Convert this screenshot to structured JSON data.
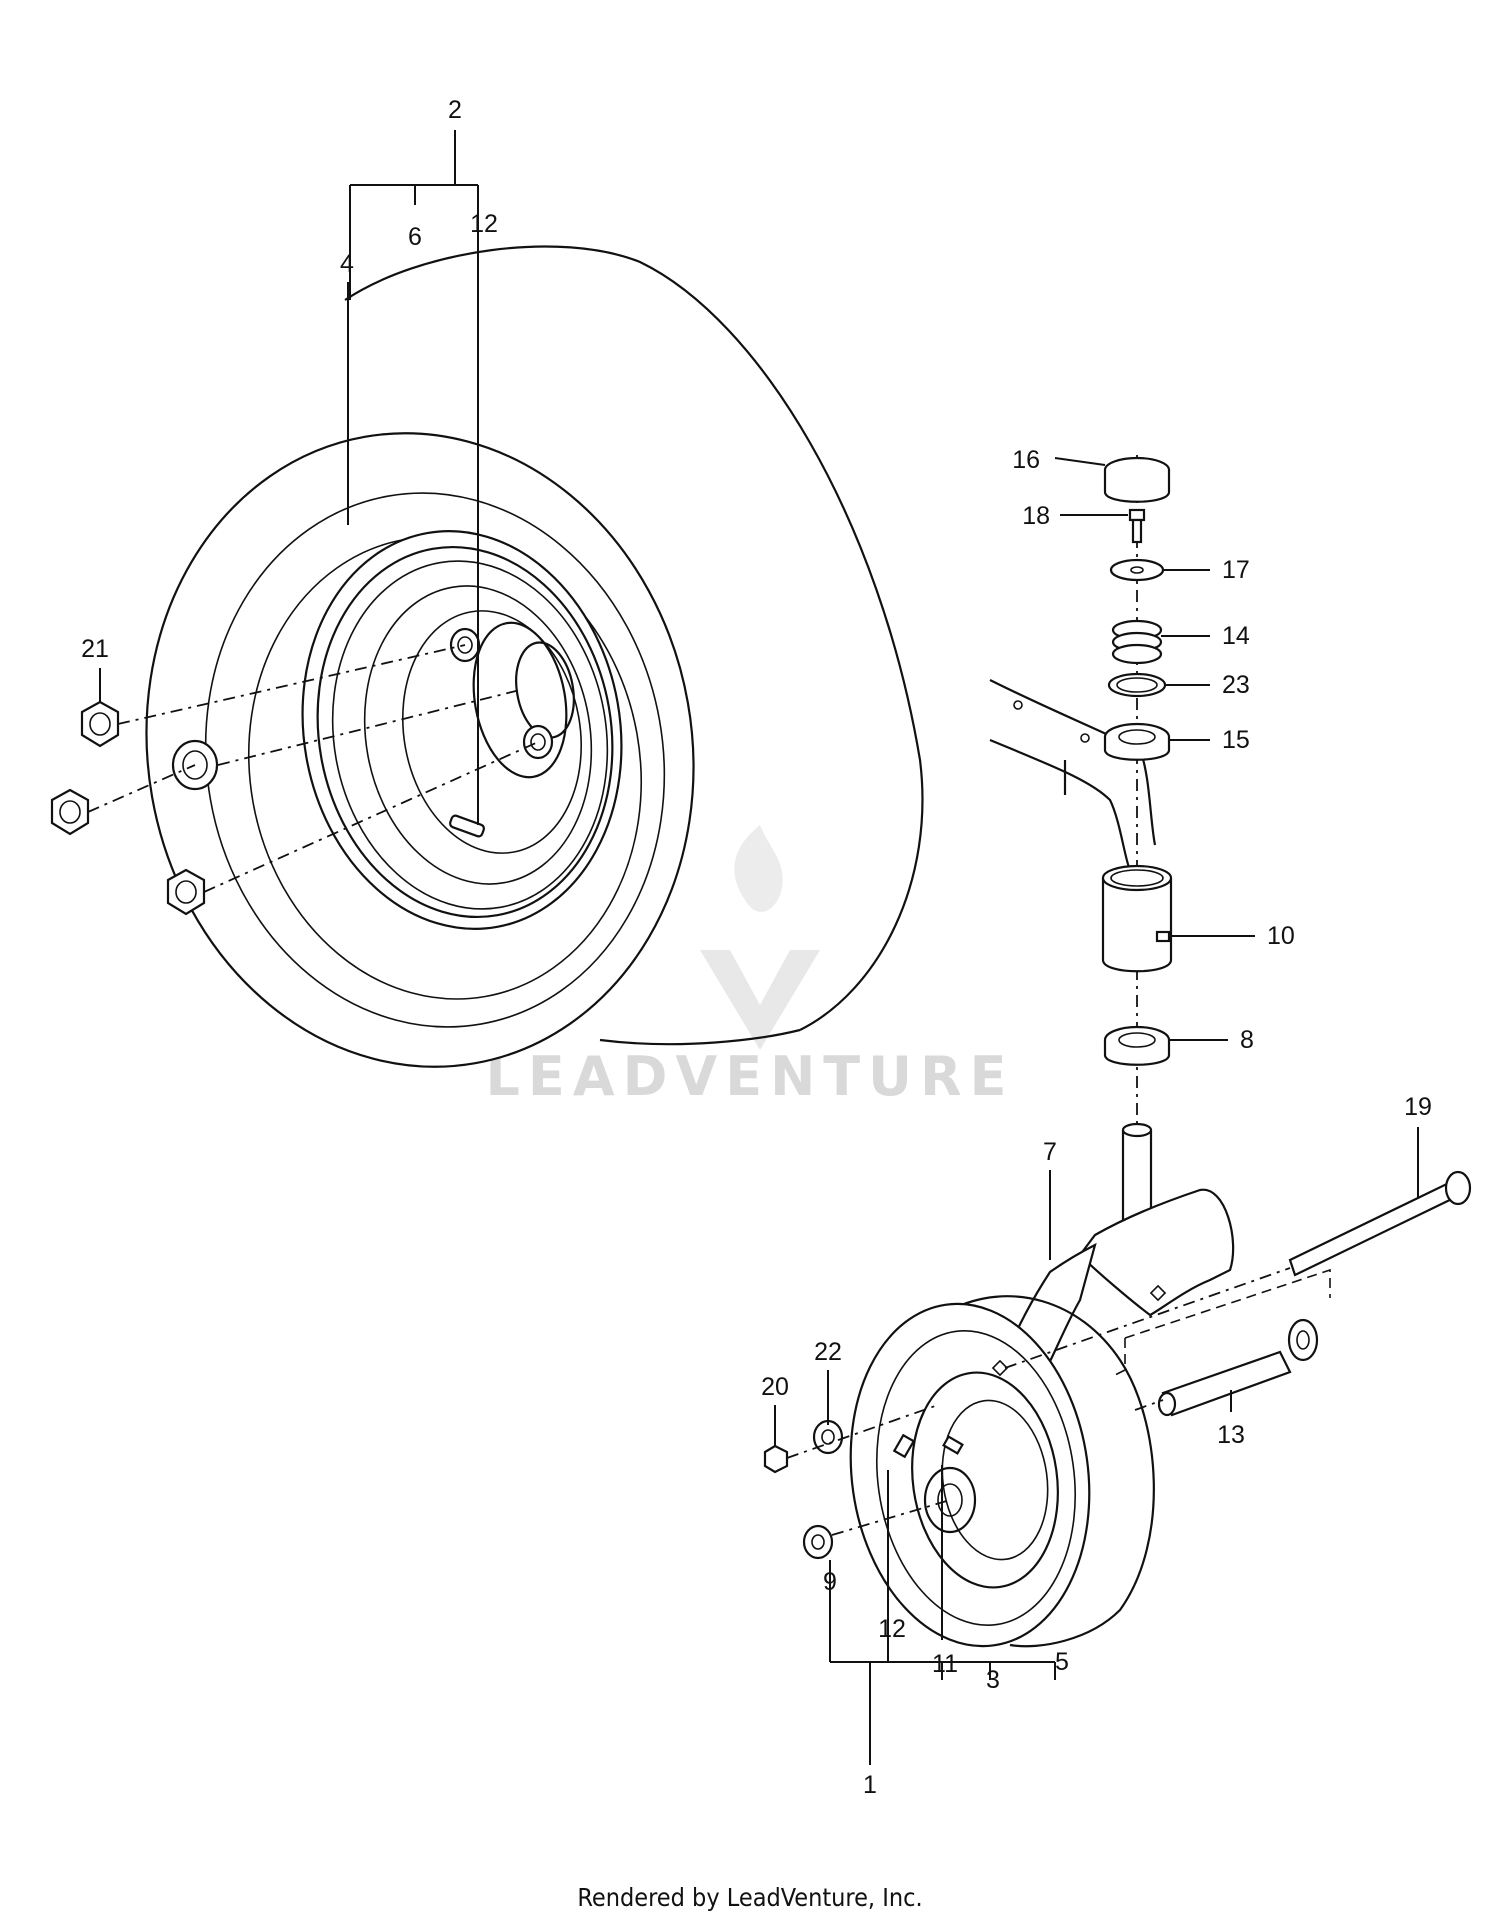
{
  "diagram": {
    "callouts": {
      "c1": "1",
      "c2": "2",
      "c3": "3",
      "c4": "4",
      "c5": "5",
      "c6": "6",
      "c7": "7",
      "c8": "8",
      "c9": "9",
      "c10": "10",
      "c11": "11",
      "c12a": "12",
      "c12b": "12",
      "c13": "13",
      "c14": "14",
      "c15": "15",
      "c16": "16",
      "c17": "17",
      "c18": "18",
      "c19": "19",
      "c20": "20",
      "c21": "21",
      "c22": "22",
      "c23": "23"
    },
    "watermark": "LEADVENTURE",
    "footer": "Rendered by LeadVenture, Inc."
  }
}
